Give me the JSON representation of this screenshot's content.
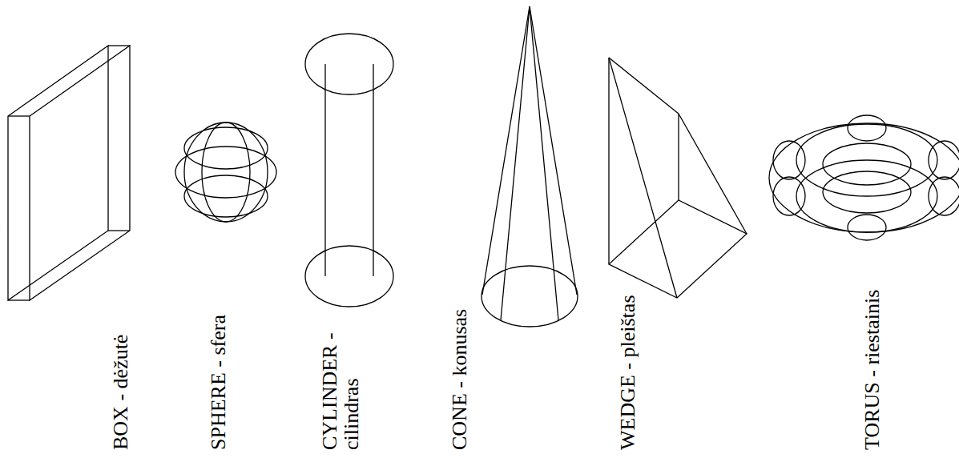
{
  "diagram": {
    "labels": [
      "BOX - dėžutė",
      "SPHERE - sfera",
      "CYLINDER - cilindras",
      "CONE - konusas",
      "WEDGE - pleištas",
      "TORUS - riestainis"
    ]
  }
}
